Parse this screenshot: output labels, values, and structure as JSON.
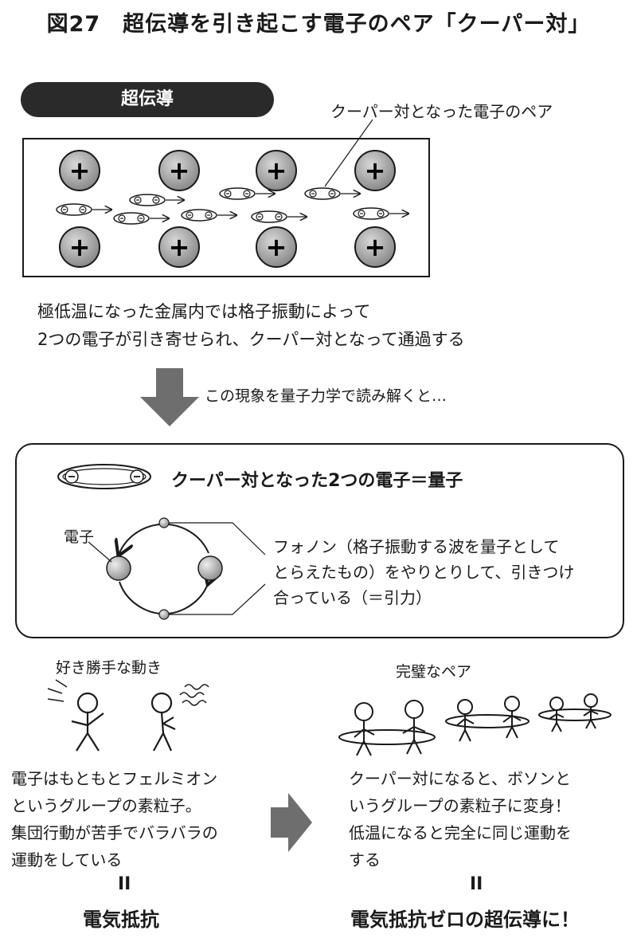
{
  "title": "図27　超伝導を引き起こす電子のペア「クーパー対」",
  "section_label": "超伝導",
  "callout": "クーパー対となった電子のペア",
  "lattice_caption": {
    "line1": "極低温になった金属内では格子振動によって",
    "line2": "2つの電子が引き寄せられ、クーパー対となって通過する"
  },
  "arrow_note": "この現象を量子力学で読み解くと…",
  "pair_title": "クーパー対となった2つの電子＝量子",
  "electron_label": "電子",
  "phonon_text": {
    "line1": "フォノン（格子振動する波を量子として",
    "line2": "とらえたもの）をやりとりして、引きつけ",
    "line3": "合っている（＝引力）"
  },
  "label_free": "好き勝手な動き",
  "label_perfect": "完璧なペア",
  "desc_left": {
    "line1": "電子はもともとフェルミオン",
    "line2": "というグループの素粒子。",
    "line3": "集団行動が苦手でバラバラの",
    "line4": "運動をしている"
  },
  "desc_right": {
    "line1": "クーパー対になると、ボソンと",
    "line2": "いうグループの素粒子に変身！",
    "line3": "低温になると完全に同じ運動を",
    "line4": "する"
  },
  "equals_sign": "II",
  "result_left": "電気抵抗",
  "result_right": "電気抵抗ゼロの超伝導に！",
  "plus_symbol": "+",
  "minus_symbol": "−",
  "colors": {
    "dark": "#2a2a2a",
    "arrow_gray": "#6e6e6e",
    "ion_fill": "#9a9a9a"
  }
}
